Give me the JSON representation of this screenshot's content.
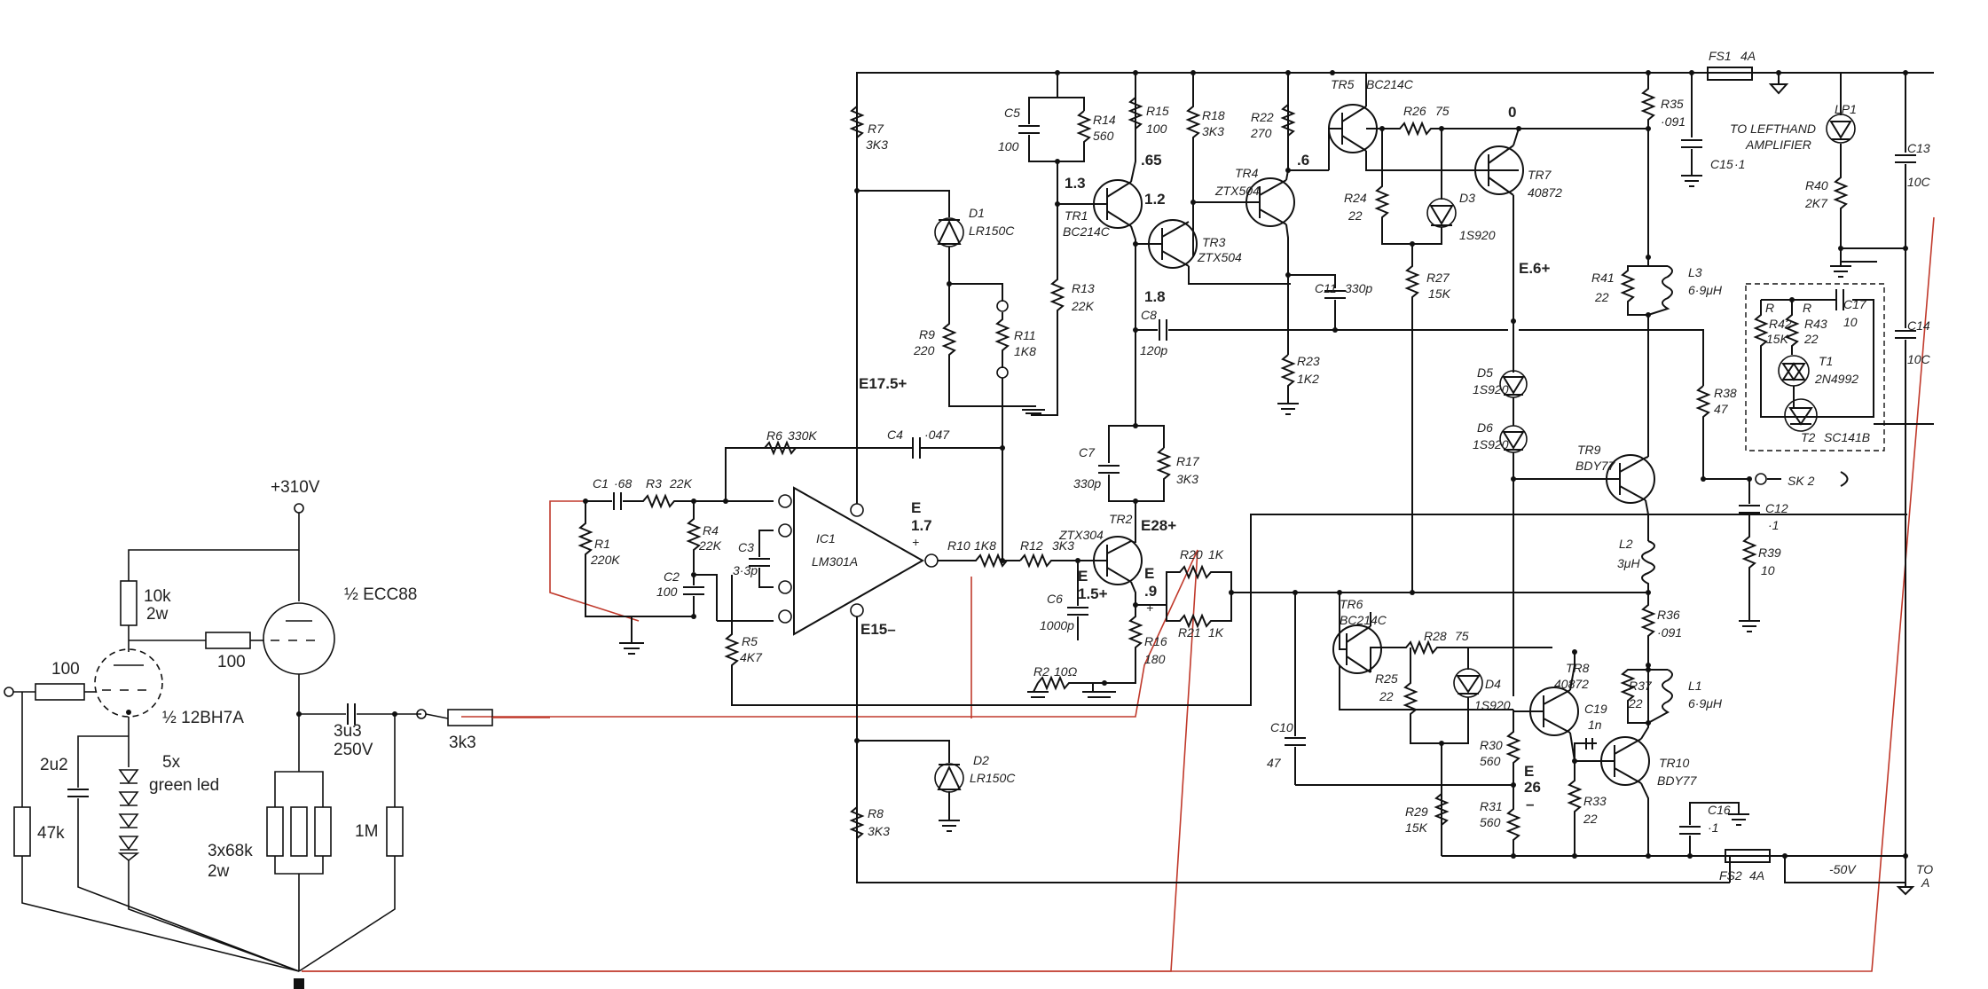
{
  "preamp": {
    "b_plus": "+310V",
    "triode_1": "½ 12BH7A",
    "triode_2": "½ ECC88",
    "r_grid": "100",
    "r_anode": "10k",
    "r_anode_w": "2w",
    "r_grid2": "100",
    "c_input": "2u2",
    "r_input": "47k",
    "led_count": "5x",
    "led_desc": "green led",
    "r_load": "3x68k",
    "r_load_w": "2w",
    "c_out": "3u3",
    "c_out_v": "250V",
    "r_out": "1M",
    "r_series": "3k3"
  },
  "amp": {
    "r1": "R1",
    "r1v": "220K",
    "c1": "C1",
    "c1v": "·68",
    "r3": "R3",
    "r3v": "22K",
    "r4": "R4",
    "r4v": "22K",
    "r6": "R6",
    "r6v": "330K",
    "c4": "C4",
    "c4v": "·047",
    "c2": "C2",
    "c2v": "100",
    "c3": "C3",
    "c3v": "3·3p",
    "r5": "R5",
    "r5v": "4K7",
    "ic1": "IC1",
    "ic1v": "LM301A",
    "r7": "R7",
    "r7v": "3K3",
    "r8": "R8",
    "r8v": "3K3",
    "d1": "D1",
    "d1v": "LR150C",
    "d2": "D2",
    "d2v": "LR150C",
    "r9": "R9",
    "r9v": "220",
    "r11": "R11",
    "r11v": "1K8",
    "r10": "R10",
    "r10v": "1K8",
    "r12": "R12",
    "r12v": "3K3",
    "c5": "C5",
    "c5v": "100",
    "r14": "R14",
    "r14v": "560",
    "r15": "R15",
    "r15v": "100",
    "r18": "R18",
    "r18v": "3K3",
    "r22": "R22",
    "r22v": "270",
    "tr5": "TR5",
    "tr5v": "BC214C",
    "r26": "R26",
    "r26v": "75",
    "r35": "R35",
    "r35v": "·091",
    "fs1": "FS1",
    "fs1v": "4A",
    "lp1": "LP1",
    "left_amp": "TO LEFTHAND",
    "left_amp2": "AMPLIFIER",
    "c15": "C15",
    "c15v": "·1",
    "r40": "R40",
    "r40v": "2K7",
    "c13": "C13",
    "c13v": "10C",
    "tr1": "TR1",
    "tr1v": "BC214C",
    "tr4": "TR4",
    "tr4v": "ZTX504",
    "tr3": "TR3",
    "tr3v": "ZTX504",
    "tr7": "TR7",
    "tr7v": "40872",
    "d3": "D3",
    "d3v": "1S920",
    "r24": "R24",
    "r24v": "22",
    "r13": "R13",
    "r13v": "22K",
    "c11": "C11",
    "c11v": "330p",
    "r27": "R27",
    "r27v": "15K",
    "r41": "R41",
    "r41v": "22",
    "l3": "L3",
    "l3v": "6·9μH",
    "c8": "C8",
    "c8v": "120p",
    "r23": "R23",
    "r23v": "1K2",
    "d5": "D5",
    "d5v": "1S920",
    "d6": "D6",
    "d6v": "1S920",
    "r38": "R38",
    "r38v": "47",
    "tr9": "TR9",
    "tr9v": "BDY77",
    "r42": "R42",
    "r42v": "15K",
    "r43": "R43",
    "r43v": "22",
    "c17": "C17",
    "c17v": "10",
    "t1": "T1",
    "t1v": "2N4992",
    "t2": "T2",
    "t2v": "SC141B",
    "c14": "C14",
    "c14v": "10C",
    "sk2": "SK 2",
    "c12": "C12",
    "c12v": "·1",
    "r39": "R39",
    "r39v": "10",
    "c7": "C7",
    "c7v": "330p",
    "r17": "R17",
    "r17v": "3K3",
    "tr2": "TR2",
    "tr2v": "ZTX304",
    "r20": "R20",
    "r20v": "1K",
    "r21": "R21",
    "r21v": "1K",
    "c6": "C6",
    "c6v": "1000p",
    "r16": "R16",
    "r16v": "180",
    "r2": "R2",
    "r2v": "10Ω",
    "l2": "L2",
    "l2v": "3μH",
    "r36": "R36",
    "r36v": "·091",
    "tr6": "TR6",
    "tr6v": "BC214C",
    "r28": "R28",
    "r28v": "75",
    "r25": "R25",
    "r25v": "22",
    "d4": "D4",
    "d4v": "1S920",
    "tr8": "TR8",
    "tr8v": "40872",
    "c19": "C19",
    "c19v": "1n",
    "r37": "R37",
    "r37v": "22",
    "l1": "L1",
    "l1v": "6·9μH",
    "c10": "C10",
    "c10v": "47",
    "r30": "R30",
    "r30v": "560",
    "r31": "R31",
    "r31v": "560",
    "r29": "R29",
    "r29v": "15K",
    "r33": "R33",
    "r33v": "22",
    "tr10": "TR10",
    "tr10v": "BDY77",
    "c16": "C16",
    "c16v": "·1",
    "fs2": "FS2",
    "fs2v": "4A",
    "neg_rail": "-50V",
    "to_a": "TO",
    "to_a2": "A",
    "v_e175": "E17.5+",
    "v_e15": "E15–",
    "v_e17": "E",
    "v_e17b": "1.7",
    "v_13": "1.3",
    "v_065": ".65",
    "v_12": "1.2",
    "v_06": ".6",
    "v_0": "0",
    "v_e6": "E.6+",
    "v_18": "1.8",
    "v_e28": "E28+",
    "v_e15b": "E",
    "v_15": "1.5+",
    "v_e9": "E",
    "v_9": ".9",
    "v_e26": "E",
    "v_26": "26"
  },
  "colors": {
    "ink": "#111111",
    "added_wiring": "#c0392b",
    "background": "#ffffff"
  }
}
